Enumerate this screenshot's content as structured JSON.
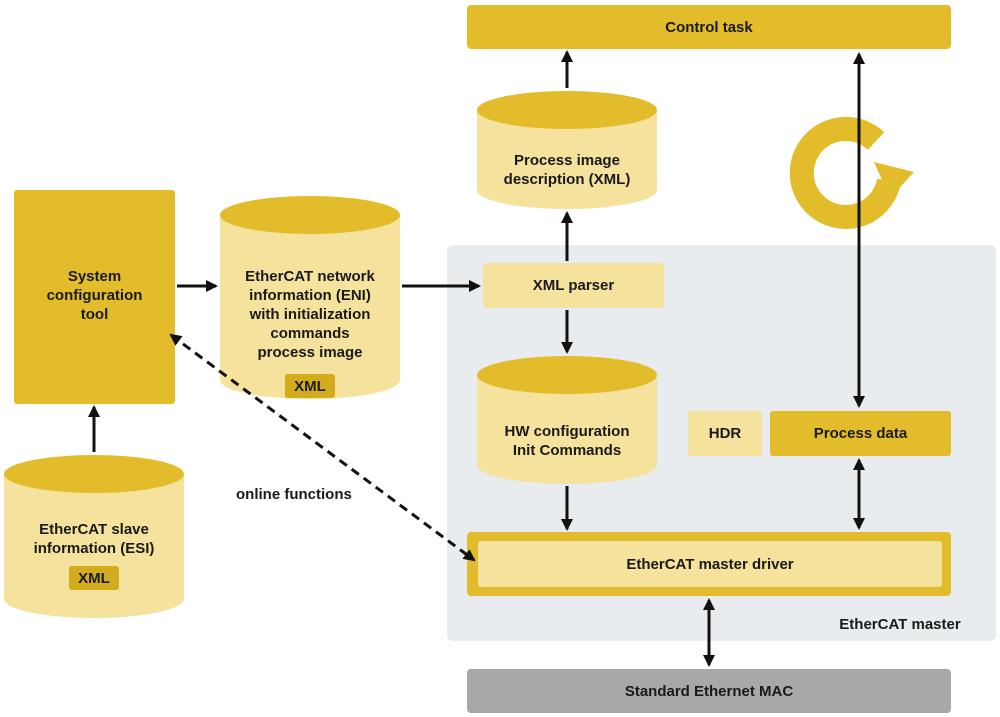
{
  "colors": {
    "gold": "#e2bc2a",
    "gold_dark": "#d2ac1c",
    "cream": "#f4e29d",
    "cream_top": "#f8ebb8",
    "panel": "#e8ecee",
    "gray": "#a8a8a8",
    "arrow": "#111111"
  },
  "nodes": {
    "control_task": "Control task",
    "process_image": [
      "Process image",
      "description (XML)"
    ],
    "xml_parser": "XML parser",
    "hw_config": [
      "HW configuration",
      "Init Commands"
    ],
    "hdr": "HDR",
    "process_data": "Process data",
    "master_driver": "EtherCAT master driver",
    "ethercat_master": "EtherCAT master",
    "ethernet_mac": "Standard Ethernet MAC",
    "system_config_tool": [
      "System",
      "configuration",
      "tool"
    ],
    "eni": [
      "EtherCAT network",
      "information (ENI)",
      "with initialization",
      "commands",
      "process image"
    ],
    "eni_tag": "XML",
    "esi": [
      "EtherCAT slave",
      "information (ESI)"
    ],
    "esi_tag": "XML",
    "online_functions": "online functions"
  },
  "icons": {
    "cycle": "refresh-cycle-icon"
  }
}
